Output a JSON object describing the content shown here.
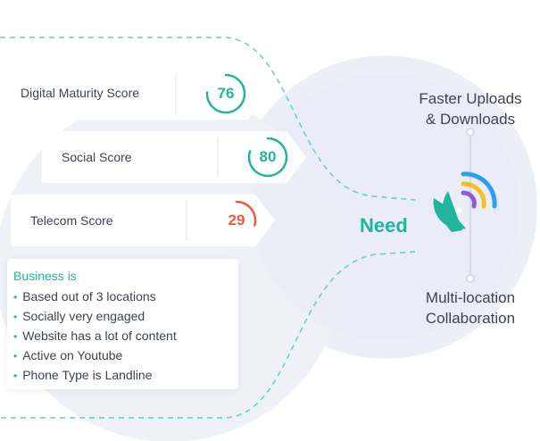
{
  "scores": [
    {
      "label": "Digital Maturity Score",
      "value": "76",
      "status_color": "#22b59b",
      "fraction": 0.76
    },
    {
      "label": "Social Score",
      "value": "80",
      "status_color": "#22b59b",
      "fraction": 0.8
    },
    {
      "label": "Telecom Score",
      "value": "29",
      "status_color": "#f05a3c",
      "fraction": 0.29
    }
  ],
  "business": {
    "title": "Business is",
    "items": [
      "Based out of 3 locations",
      "Socially very engaged",
      "Website has a lot of content",
      "Active on Youtube",
      "Phone Type is Landline"
    ]
  },
  "need": {
    "label": "Need",
    "icon": "satellite-dish-icon",
    "features": [
      {
        "line1": "Faster Uploads",
        "line2": "& Downloads"
      },
      {
        "line1": "Multi-location",
        "line2": "Collaboration"
      }
    ]
  },
  "colors": {
    "accent": "#22b59b",
    "alert": "#f05a3c",
    "signal_blue": "#2a9ff2",
    "signal_yellow": "#fbbf24",
    "signal_purple": "#8e5bd6",
    "text": "#3d4451"
  }
}
